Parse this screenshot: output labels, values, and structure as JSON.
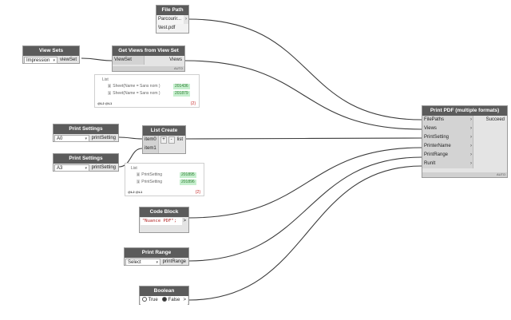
{
  "nodes": {
    "file_path": {
      "title": "File Path",
      "button_label": "Parcourir...",
      "value": "\\test.pdf"
    },
    "view_sets": {
      "title": "View Sets",
      "selected": "Impression",
      "output": "viewSet"
    },
    "get_views": {
      "title": "Get Views from View Set",
      "input": "ViewSet",
      "output": "Views",
      "mode": "AUTO"
    },
    "views_watch": {
      "header": "List",
      "items": [
        {
          "index": "0",
          "label": "Sheet(Name = Sans nom )",
          "value": "201436"
        },
        {
          "index": "1",
          "label": "Sheet(Name = Sans nom )",
          "value": "201879"
        }
      ],
      "levels": "@L2 @L1",
      "count": "{2}"
    },
    "print_settings_1": {
      "title": "Print Settings",
      "selected": "A0",
      "output": "printSetting"
    },
    "print_settings_2": {
      "title": "Print Settings",
      "selected": "A3",
      "output": "printSetting"
    },
    "list_create": {
      "title": "List Create",
      "inputs": [
        "item0",
        "item1"
      ],
      "add": "+",
      "remove": "-",
      "output": "list"
    },
    "list_watch": {
      "header": "List",
      "items": [
        {
          "index": "0",
          "label": "PrintSetting",
          "value": "201895"
        },
        {
          "index": "1",
          "label": "PrintSetting",
          "value": "201896"
        }
      ],
      "levels": "@L2 @L1",
      "count": "{2}"
    },
    "code_block": {
      "title": "Code Block",
      "code": "\"Nuance PDF\";",
      "output": ">"
    },
    "print_range": {
      "title": "Print Range",
      "selected": "Select",
      "output": "printRange"
    },
    "boolean": {
      "title": "Boolean",
      "option_true": "True",
      "option_false": "False",
      "output": ">"
    },
    "print_pdf": {
      "title": "Print PDF (multiple formats)",
      "inputs": [
        "FilePaths",
        "Views",
        "PrintSetting",
        "PrinterName",
        "PrintRange",
        "RunIt"
      ],
      "output": "Succeed",
      "mode": "AUTO"
    }
  },
  "colors": {
    "wire": "#3a3a3a",
    "header": "#5b5b5b",
    "node_body": "#e4e4e4",
    "watch_value": "#c6efce"
  },
  "icons": {
    "port_arrow": "chevron-right-icon",
    "dropdown": "chevron-down-icon"
  }
}
